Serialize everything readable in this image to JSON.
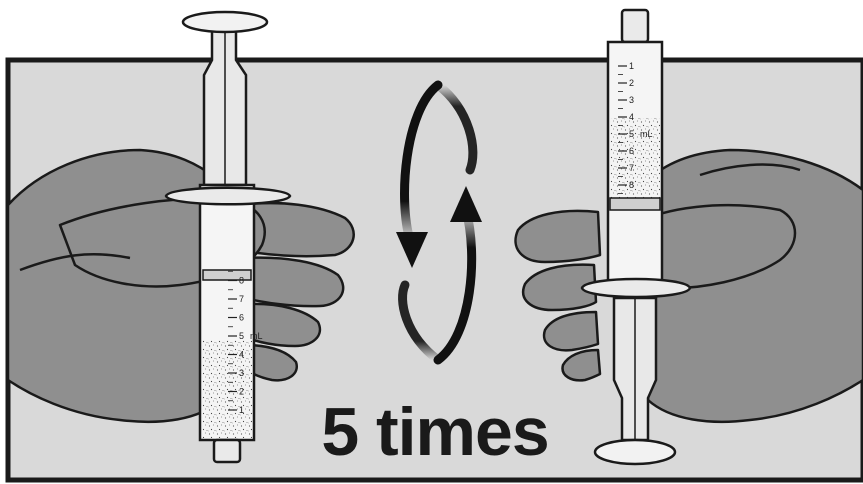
{
  "caption": "5 times",
  "left_syringe": {
    "label": "mL",
    "tick_labels": [
      "1",
      "2",
      "3",
      "4",
      "5",
      "6",
      "7",
      "8"
    ]
  },
  "right_syringe": {
    "label": "mL",
    "tick_labels": [
      "1",
      "2",
      "3",
      "4",
      "5",
      "6",
      "7",
      "8"
    ]
  },
  "icons": {
    "rotation": "rotate-arrows-icon",
    "hand_left": "hand-icon",
    "hand_right": "hand-icon"
  },
  "colors": {
    "panel": "#d9d9d9",
    "hand": "#8f8f8f",
    "outline": "#1a1a1a"
  }
}
